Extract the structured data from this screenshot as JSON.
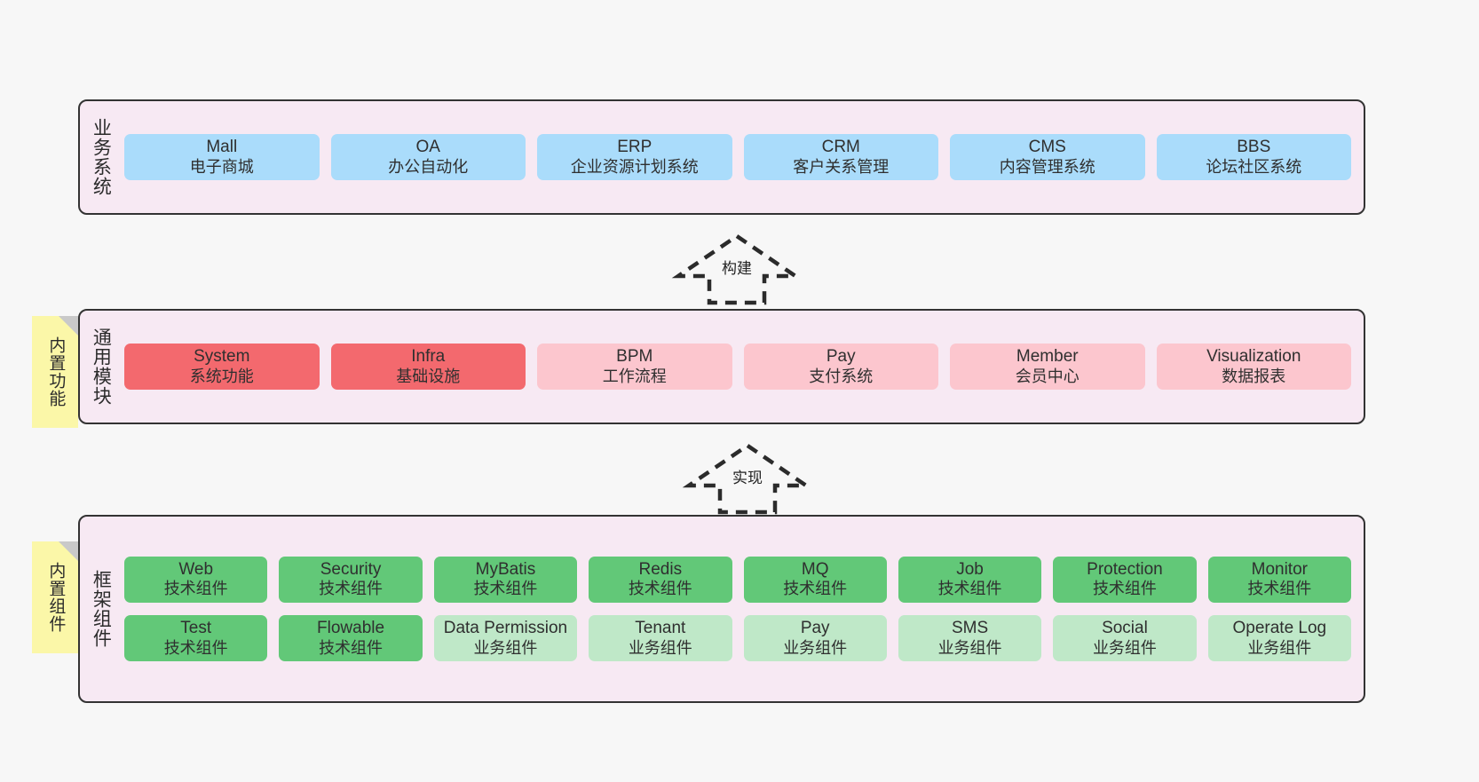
{
  "layers": [
    {
      "id": "business-system",
      "title": "业务系统",
      "rows": [
        {
          "cells": [
            {
              "en": "Mall",
              "cn": "电子商城",
              "color": "blue"
            },
            {
              "en": "OA",
              "cn": "办公自动化",
              "color": "blue"
            },
            {
              "en": "ERP",
              "cn": "企业资源计划系统",
              "color": "blue"
            },
            {
              "en": "CRM",
              "cn": "客户关系管理",
              "color": "blue"
            },
            {
              "en": "CMS",
              "cn": "内容管理系统",
              "color": "blue"
            },
            {
              "en": "BBS",
              "cn": "论坛社区系统",
              "color": "blue"
            }
          ]
        }
      ]
    },
    {
      "id": "common-module",
      "title": "通用模块",
      "rows": [
        {
          "cells": [
            {
              "en": "System",
              "cn": "系统功能",
              "color": "red"
            },
            {
              "en": "Infra",
              "cn": "基础设施",
              "color": "red"
            },
            {
              "en": "BPM",
              "cn": "工作流程",
              "color": "pink"
            },
            {
              "en": "Pay",
              "cn": "支付系统",
              "color": "pink"
            },
            {
              "en": "Member",
              "cn": "会员中心",
              "color": "pink"
            },
            {
              "en": "Visualization",
              "cn": "数据报表",
              "color": "pink"
            }
          ]
        }
      ]
    },
    {
      "id": "framework-component",
      "title": "框架组件",
      "rows": [
        {
          "cells": [
            {
              "en": "Web",
              "cn": "技术组件",
              "color": "green"
            },
            {
              "en": "Security",
              "cn": "技术组件",
              "color": "green"
            },
            {
              "en": "MyBatis",
              "cn": "技术组件",
              "color": "green"
            },
            {
              "en": "Redis",
              "cn": "技术组件",
              "color": "green"
            },
            {
              "en": "MQ",
              "cn": "技术组件",
              "color": "green"
            },
            {
              "en": "Job",
              "cn": "技术组件",
              "color": "green"
            },
            {
              "en": "Protection",
              "cn": "技术组件",
              "color": "green"
            },
            {
              "en": "Monitor",
              "cn": "技术组件",
              "color": "green"
            }
          ]
        },
        {
          "cells": [
            {
              "en": "Test",
              "cn": "技术组件",
              "color": "green"
            },
            {
              "en": "Flowable",
              "cn": "技术组件",
              "color": "green"
            },
            {
              "en": "Data Permission",
              "cn": "业务组件",
              "color": "greenlight"
            },
            {
              "en": "Tenant",
              "cn": "业务组件",
              "color": "greenlight"
            },
            {
              "en": "Pay",
              "cn": "业务组件",
              "color": "greenlight"
            },
            {
              "en": "SMS",
              "cn": "业务组件",
              "color": "greenlight"
            },
            {
              "en": "Social",
              "cn": "业务组件",
              "color": "greenlight"
            },
            {
              "en": "Operate Log",
              "cn": "业务组件",
              "color": "greenlight"
            }
          ]
        }
      ]
    }
  ],
  "arrows": [
    {
      "id": "build",
      "label": "构建"
    },
    {
      "id": "implement",
      "label": "实现"
    }
  ],
  "notes": [
    {
      "id": "builtin-function",
      "text": "内置功能"
    },
    {
      "id": "builtin-component",
      "text": "内置组件"
    }
  ],
  "colors": {
    "container_bg": "#f7e9f3",
    "container_border": "#333333",
    "blue": "#aadcfb",
    "red": "#f3696e",
    "pink": "#fcc6ce",
    "green": "#62c878",
    "green_light": "#bfe8c8",
    "note_yellow": "#fbf7a8",
    "note_fold": "#c9c9c9",
    "page_bg": "#f7f7f7"
  }
}
